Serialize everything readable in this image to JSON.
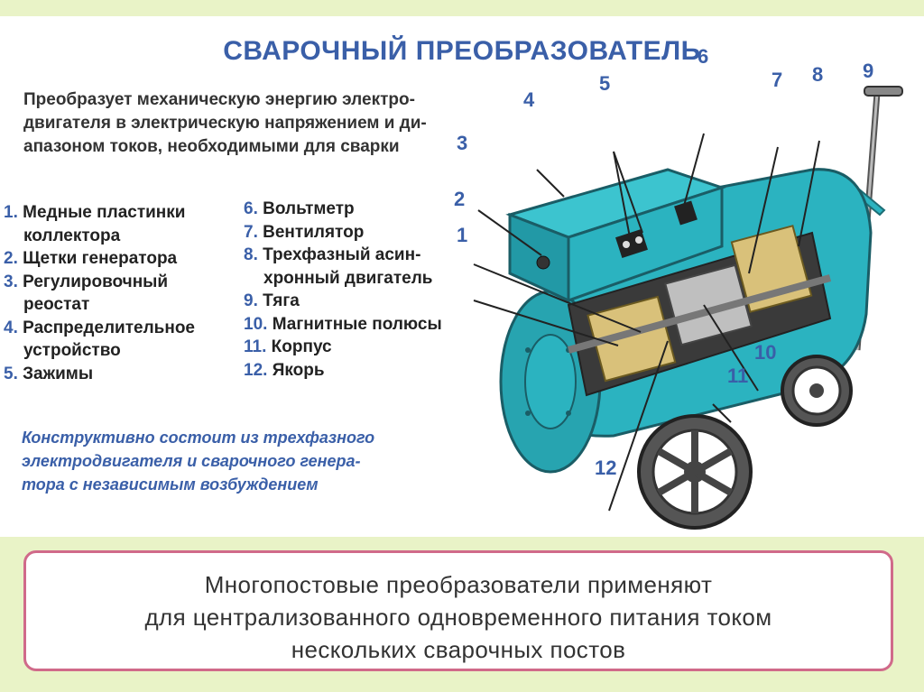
{
  "title": "СВАРОЧНЫЙ ПРЕОБРАЗОВАТЕЛЬ",
  "intro": [
    "Преобразует механическую энергию электро-",
    "двигателя в электрическую напряжением и ди-",
    "апазоном токов, необходимыми для сварки"
  ],
  "parts_left": [
    {
      "num": "1.",
      "lines": [
        "Медные пластинки",
        "коллектора"
      ]
    },
    {
      "num": "2.",
      "lines": [
        "Щетки генератора"
      ]
    },
    {
      "num": "3.",
      "lines": [
        "Регулировочный",
        "реостат"
      ]
    },
    {
      "num": "4.",
      "lines": [
        "Распределительное",
        "устройство"
      ]
    },
    {
      "num": "5.",
      "lines": [
        "Зажимы"
      ]
    }
  ],
  "parts_right": [
    {
      "num": "6.",
      "lines": [
        "Вольтметр"
      ]
    },
    {
      "num": "7.",
      "lines": [
        "Вентилятор"
      ]
    },
    {
      "num": "8.",
      "lines": [
        "Трехфазный асин-",
        "хронный двигатель"
      ]
    },
    {
      "num": "9.",
      "lines": [
        "Тяга"
      ]
    },
    {
      "num": "10.",
      "lines": [
        "Магнитные полюсы"
      ]
    },
    {
      "num": "11.",
      "lines": [
        "Корпус"
      ]
    },
    {
      "num": "12.",
      "lines": [
        "Якорь"
      ]
    }
  ],
  "construct": [
    "Конструктивно состоит из трехфазного",
    "электродвигателя и сварочного генера-",
    "тора с независимым возбуждением"
  ],
  "callouts": [
    "1",
    "2",
    "3",
    "4",
    "5",
    "6",
    "7",
    "8",
    "9",
    "10",
    "11",
    "12"
  ],
  "note": [
    "Многопостовые   преобразователи   применяют",
    "для  централизованного  одновременного  питания  током",
    "нескольких   сварочных   постов"
  ],
  "colors": {
    "accent": "#3a5fa8",
    "body_teal": "#2bb3c0",
    "frame": "#d06a8a",
    "background": "#e9f3c7"
  }
}
